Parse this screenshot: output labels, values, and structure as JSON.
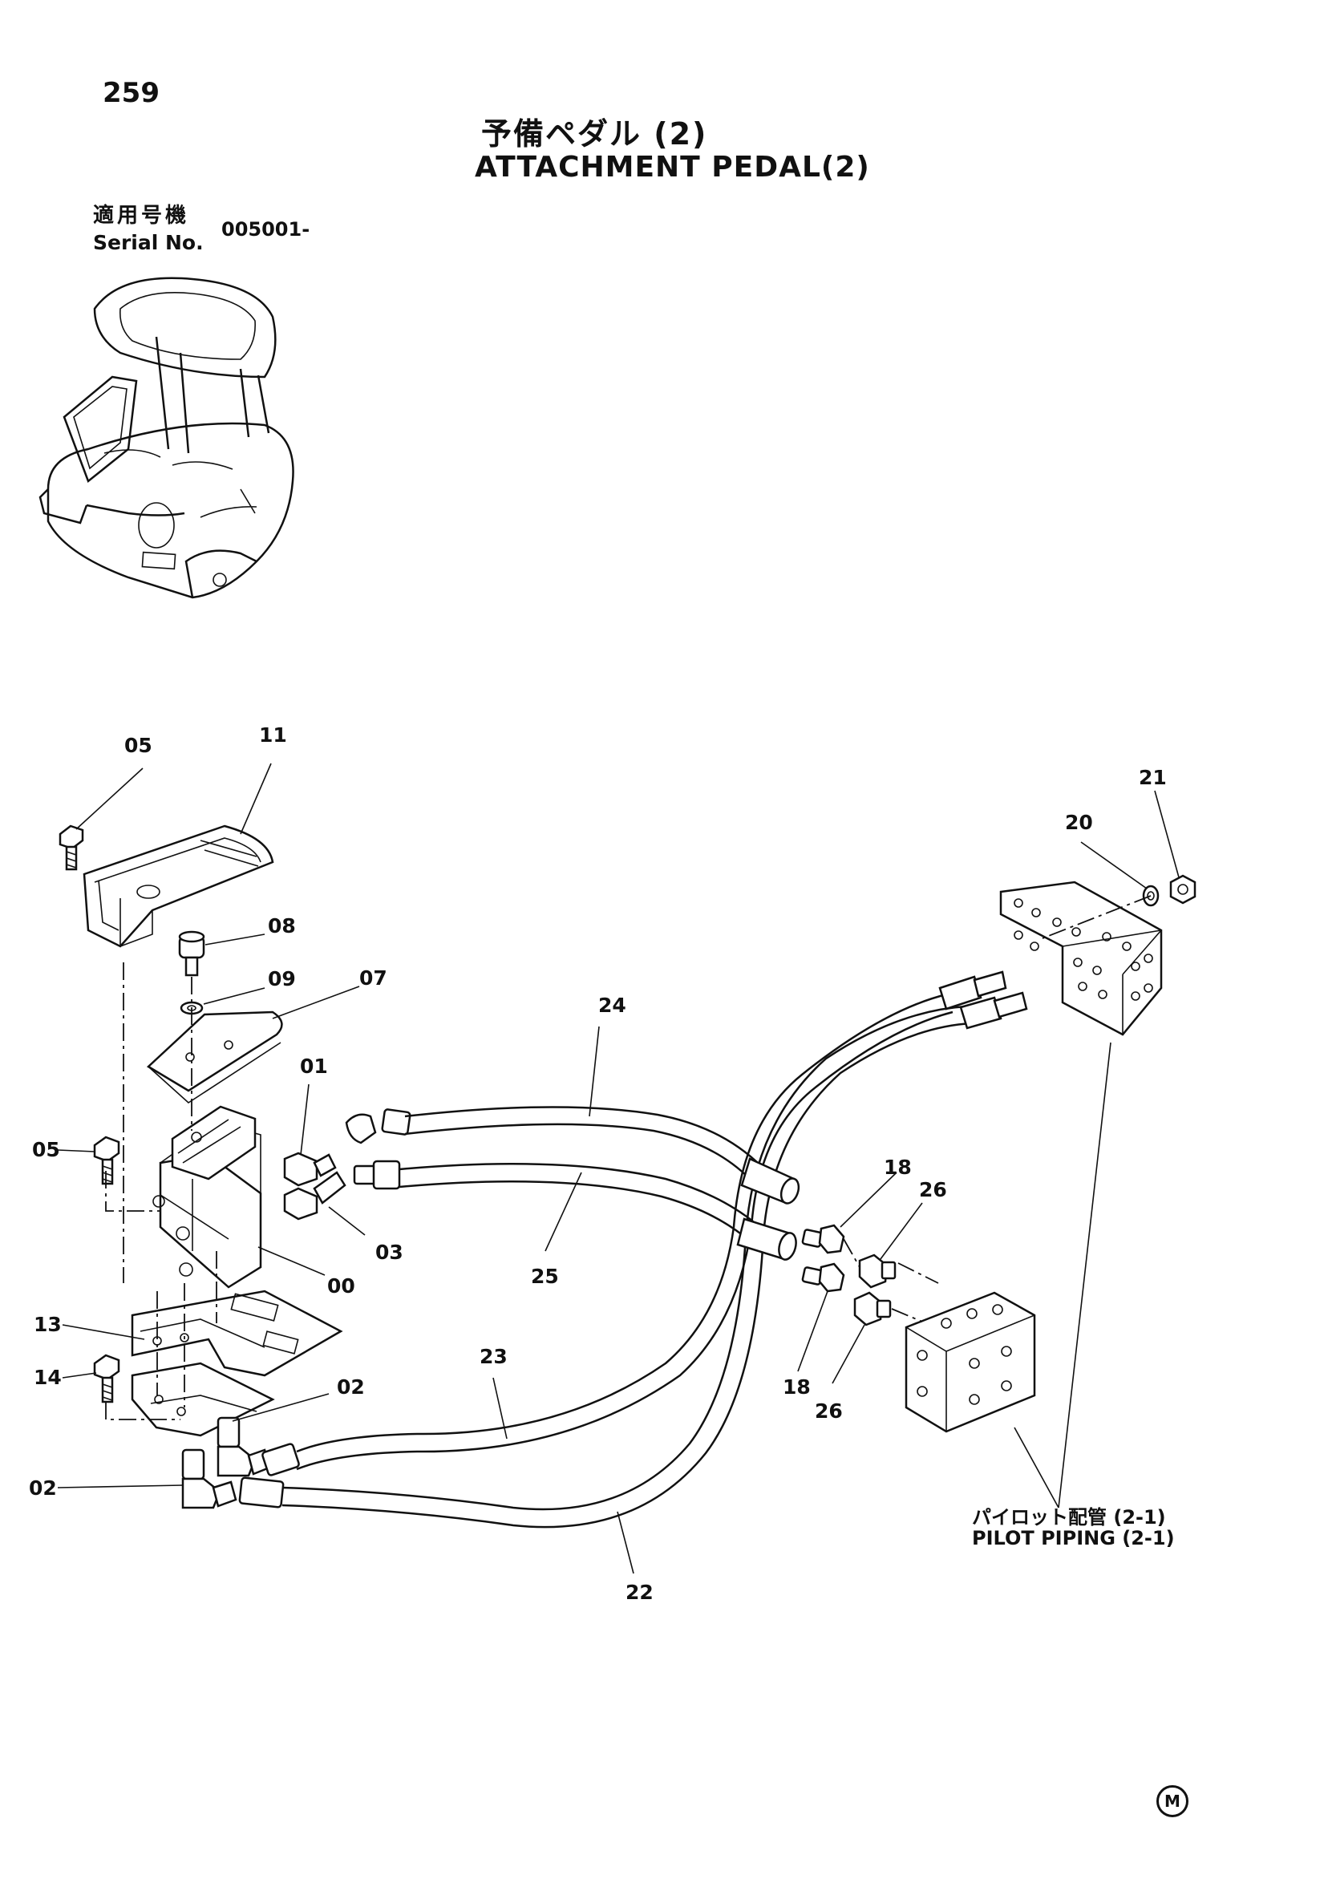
{
  "page": {
    "number": "259",
    "title_jp": "予備ペダル (2)",
    "title_en": "ATTACHMENT PEDAL(2)"
  },
  "serial": {
    "label_jp": "適用号機",
    "label_en": "Serial No.",
    "value": "005001-"
  },
  "reference": {
    "label_jp": "パイロット配管 (2-1)",
    "label_en": "PILOT PIPING (2-1)"
  },
  "mark": "M",
  "callouts": {
    "c05a": "05",
    "c11": "11",
    "c08": "08",
    "c09": "09",
    "c07": "07",
    "c01": "01",
    "c05b": "05",
    "c03": "03",
    "c00": "00",
    "c13": "13",
    "c14": "14",
    "c02a": "02",
    "c02b": "02",
    "c24": "24",
    "c25": "25",
    "c23": "23",
    "c22": "22",
    "c21": "21",
    "c20": "20",
    "c18a": "18",
    "c26a": "26",
    "c18b": "18",
    "c26b": "26"
  },
  "icons": {
    "machine": "excavator-cab-icon",
    "registered": "circled-m-icon"
  }
}
